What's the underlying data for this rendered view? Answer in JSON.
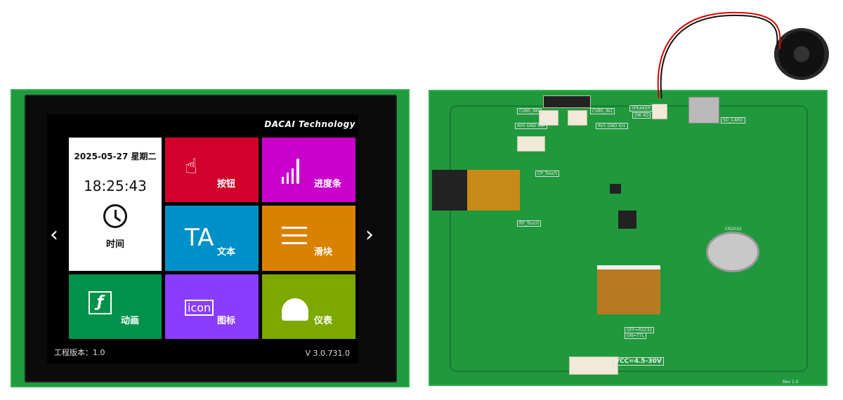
{
  "screen": {
    "brand": "DACAI Technology",
    "date": "2025-05-27 星期二",
    "time": "18:25:43",
    "time_label": "时间",
    "tiles": [
      {
        "label": "按钮",
        "icon": "hand-pointer-icon",
        "color": "#d2002a"
      },
      {
        "label": "进度条",
        "icon": "signal-bars-icon",
        "color": "#cc00cc"
      },
      {
        "label": "文本",
        "icon": "text-icon",
        "color": "#0090c8"
      },
      {
        "label": "滑块",
        "icon": "sliders-icon",
        "color": "#d98200"
      },
      {
        "label": "动画",
        "icon": "flash-icon",
        "color": "#00924a"
      },
      {
        "label": "图标",
        "icon": "icon-box-icon",
        "color": "#8a3cff"
      },
      {
        "label": "仪表",
        "icon": "gauge-icon",
        "color": "#7ca800"
      }
    ],
    "icon_text": "icon",
    "ta_text": "TA",
    "prev": "‹",
    "next": "›",
    "project_version": "工程版本：1.0",
    "firmware_version": "V 3.0.731.0"
  },
  "board": {
    "labels": [
      "CVBS_IN0",
      "CVBS_IN1",
      "AV0 GND IO0",
      "AV1 GND IO1",
      "SPEAKER",
      "2W 4Ω",
      "SD_CARD",
      "CP_Touch",
      "RP_Touch",
      "CR2032",
      "OFF=RS232",
      "ON=TTL",
      "VCC=4.5-30V",
      "Rev 1.0"
    ]
  }
}
